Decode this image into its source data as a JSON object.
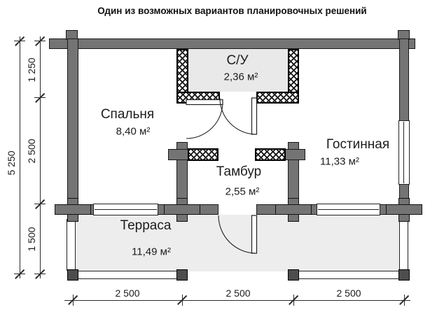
{
  "title": "Один из возможных вариантов планировочных решений",
  "rooms": {
    "bedroom": {
      "name": "Спальня",
      "area": "8,40 м²"
    },
    "bathroom": {
      "name": "С/У",
      "area": "2,36 м²"
    },
    "living": {
      "name": "Гостинная",
      "area": "11,33 м²"
    },
    "vestibule": {
      "name": "Тамбур",
      "area": "2,55 м²"
    },
    "terrace": {
      "name": "Терраса",
      "area": "11,49 м²"
    }
  },
  "dimensions": {
    "left_total": "5 250",
    "left_segments": [
      "1 250",
      "2 500",
      "1 500"
    ],
    "bottom_segments": [
      "2 500",
      "2 500",
      "2 500"
    ]
  },
  "colors": {
    "wall_gray": "#747474",
    "post_gray": "#4d4d4d",
    "bathroom_floor": "#e9e9e9",
    "terrace_floor": "#ededed",
    "line": "#2a2a2a"
  }
}
